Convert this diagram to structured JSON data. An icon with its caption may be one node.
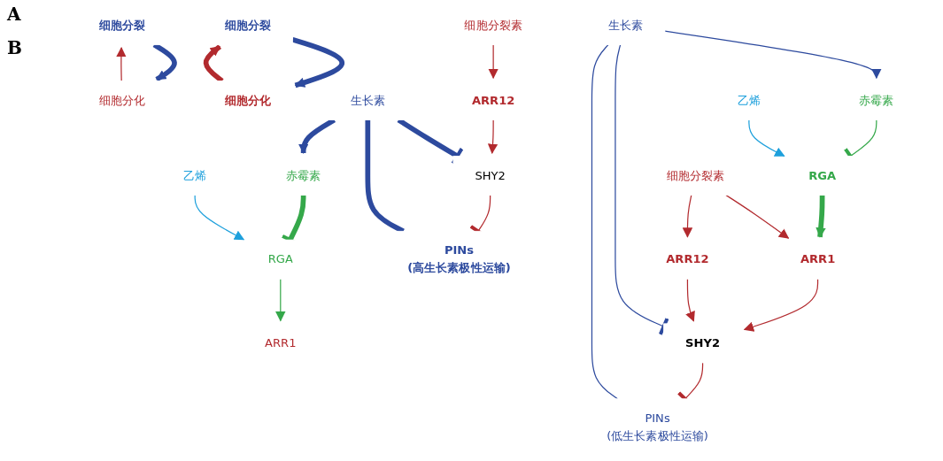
{
  "diagram": {
    "nodes": [
      {
        "text": [
          "赤霉素"
        ]
      },
      {
        "text": [
          "乙烯"
        ]
      },
      {
        "text": [
          "细胞分裂素"
        ]
      },
      {
        "text": [
          "RGA"
        ]
      },
      {
        "text": [
          "ARR1"
        ]
      },
      {
        "text": [
          "ARR12"
        ]
      },
      {
        "text": [
          "SHY2"
        ]
      },
      {
        "text": [
          "生长素"
        ]
      },
      {
        "text": [
          "PINs",
          "(高生长素极性运输)"
        ]
      },
      {
        "text": [
          "细胞分裂"
        ]
      },
      {
        "text": [
          "细胞分化"
        ]
      },
      {
        "text": [
          "赤霉素"
        ]
      },
      {
        "text": [
          "乙烯"
        ]
      },
      {
        "text": [
          "细胞分裂素"
        ]
      },
      {
        "text": [
          "RGA"
        ]
      },
      {
        "text": [
          "ARR1"
        ]
      },
      {
        "text": [
          "ARR12"
        ]
      },
      {
        "text": [
          "生长素"
        ]
      },
      {
        "text": [
          "SHY2"
        ]
      },
      {
        "text": [
          "PINs",
          "(低生长素极性运输)"
        ]
      },
      {
        "text": [
          "细胞分裂"
        ]
      },
      {
        "text": [
          "细胞分化"
        ]
      }
    ],
    "edges": [
      {
        "from": 0,
        "to": 3,
        "arrow": "other",
        "style": "thick",
        "color": "#35a84a"
      },
      {
        "from": 1,
        "to": 3,
        "arrow": "to",
        "color": "#1ea0dc"
      },
      {
        "from": 3,
        "to": 4,
        "arrow": "to",
        "color": "#35a84a"
      },
      {
        "from": 2,
        "to": 5,
        "arrow": "to",
        "color": "#b22a2e"
      },
      {
        "from": 5,
        "to": 6,
        "arrow": "to",
        "color": "#b22a2e"
      },
      {
        "from": 7,
        "to": 0,
        "arrow": "to",
        "style": "thick",
        "color": "#2d4a9e"
      },
      {
        "from": 7,
        "to": 6,
        "arrow": "other",
        "style": "thick",
        "color": "#2d4a9e"
      },
      {
        "from": 6,
        "to": 8,
        "arrow": "other",
        "color": "#b22a2e"
      },
      {
        "from": 7,
        "to": 8,
        "arrow": "none",
        "style": "thick",
        "color": "#2d4a9e"
      },
      {
        "from": 9,
        "to": 10,
        "arrow": "to",
        "style": "thick",
        "color": "#2d4a9e"
      },
      {
        "from": 10,
        "to": 9,
        "arrow": "to",
        "color": "#b22a2e"
      },
      {
        "from": 11,
        "to": 14,
        "arrow": "other",
        "color": "#35a84a"
      },
      {
        "from": 12,
        "to": 14,
        "arrow": "to",
        "color": "#1ea0dc"
      },
      {
        "from": 14,
        "to": 15,
        "arrow": "to",
        "style": "thick",
        "color": "#35a84a"
      },
      {
        "from": 13,
        "to": 15,
        "arrow": "to",
        "color": "#b22a2e"
      },
      {
        "from": 13,
        "to": 16,
        "arrow": "to",
        "color": "#b22a2e"
      },
      {
        "from": 15,
        "to": 18,
        "arrow": "to",
        "color": "#b22a2e"
      },
      {
        "from": 16,
        "to": 18,
        "arrow": "to",
        "color": "#b22a2e"
      },
      {
        "from": 17,
        "to": 11,
        "arrow": "to",
        "color": "#2d4a9e"
      },
      {
        "from": 17,
        "to": 18,
        "arrow": "other",
        "color": "#2d4a9e"
      },
      {
        "from": 18,
        "to": 19,
        "arrow": "other",
        "color": "#b22a2e"
      },
      {
        "from": 17,
        "to": 19,
        "arrow": "none",
        "color": "#2d4a9e"
      },
      {
        "from": 20,
        "to": 21,
        "arrow": "to",
        "style": "thick",
        "color": "#2d4a9e"
      },
      {
        "from": 21,
        "to": 20,
        "arrow": "to",
        "style": "thick",
        "color": "#b22a2e"
      }
    ],
    "labels": [
      "A",
      "B"
    ]
  }
}
